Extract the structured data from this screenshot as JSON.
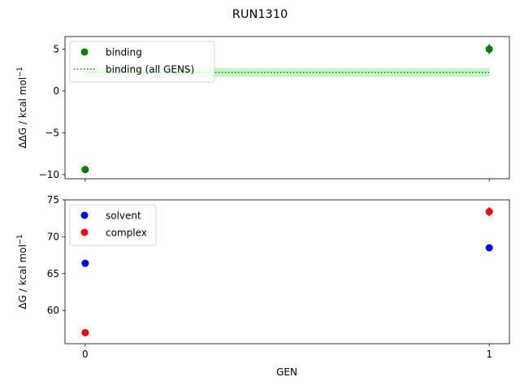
{
  "figure": {
    "title": "RUN1310"
  },
  "chart_data": [
    {
      "type": "scatter",
      "panel": "top",
      "ylabel_main": "ΔΔG / kcal mol",
      "ylabel_sup": "−1",
      "ylim": [
        -10.5,
        6.5
      ],
      "yticks": [
        {
          "value": 5,
          "label": "5"
        },
        {
          "value": 0,
          "label": "0"
        },
        {
          "value": -5,
          "label": "−5"
        },
        {
          "value": -10,
          "label": "−10"
        }
      ],
      "xlim": [
        -0.05,
        1.05
      ],
      "xticks": [
        0,
        1
      ],
      "grid": false,
      "legend_position": "upper left",
      "series": [
        {
          "name": "binding",
          "color": "#008000",
          "points": [
            {
              "x": 0,
              "y": -9.4,
              "err": 0.3
            },
            {
              "x": 1,
              "y": 5.0,
              "err": 0.6
            }
          ]
        }
      ],
      "reference_line": {
        "name": "binding (all GENS)",
        "color": "#008000",
        "style": "dotted",
        "y": 2.2,
        "band": [
          1.7,
          2.7
        ],
        "band_color": "#90ee90",
        "x_range": [
          0,
          1
        ]
      }
    },
    {
      "type": "scatter",
      "panel": "bottom",
      "xlabel": "GEN",
      "ylabel_main": "ΔG / kcal mol",
      "ylabel_sup": "−1",
      "ylim": [
        55.5,
        75
      ],
      "yticks": [
        {
          "value": 75,
          "label": "75"
        },
        {
          "value": 70,
          "label": "70"
        },
        {
          "value": 65,
          "label": "65"
        },
        {
          "value": 60,
          "label": "60"
        }
      ],
      "xlim": [
        -0.05,
        1.05
      ],
      "xticks": [
        {
          "value": 0,
          "label": "0"
        },
        {
          "value": 1,
          "label": "1"
        }
      ],
      "grid": false,
      "legend_position": "upper left",
      "series": [
        {
          "name": "solvent",
          "color": "#0000ff",
          "points": [
            {
              "x": 0,
              "y": 66.4,
              "err": 0.2
            },
            {
              "x": 1,
              "y": 68.5,
              "err": 0.2
            }
          ]
        },
        {
          "name": "complex",
          "color": "#ff0000",
          "points": [
            {
              "x": 0,
              "y": 57.0,
              "err": 0.2
            },
            {
              "x": 1,
              "y": 73.4,
              "err": 0.6
            }
          ]
        }
      ]
    }
  ]
}
